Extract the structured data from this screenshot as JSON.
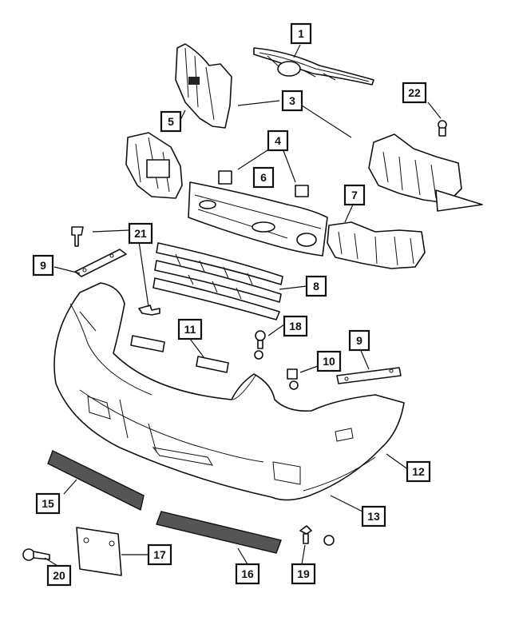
{
  "callouts": {
    "c1": "1",
    "c2": "22",
    "c3": "3",
    "c4": "5",
    "c5": "4",
    "c6": "6",
    "c7": "7",
    "c8": "21",
    "c9": "9",
    "c10": "8",
    "c11": "11",
    "c12": "18",
    "c13": "10",
    "c14": "9",
    "c15": "12",
    "c16": "15",
    "c17": "13",
    "c18": "17",
    "c19": "16",
    "c20": "19",
    "c21": "20"
  }
}
